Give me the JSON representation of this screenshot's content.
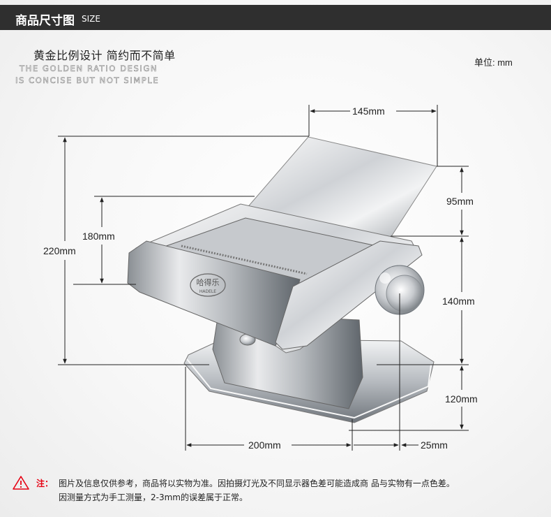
{
  "header": {
    "title": "商品尺寸图",
    "subtitle": "SIZE"
  },
  "slogan": {
    "cn": "黄金比例设计 简约而不简单",
    "en_line1": "THE GOLDEN RATIO DESIGN",
    "en_line2": "IS CONCISE BUT NOT SIMPLE"
  },
  "unit_label": "单位: mm",
  "product": {
    "brand_mark": "哈得乐",
    "brand_sub": "HADELE"
  },
  "dimensions": {
    "top_width": "145mm",
    "hopper_height": "95mm",
    "side_height": "180mm",
    "total_height": "220mm",
    "body_height": "140mm",
    "base_height": "120mm",
    "base_width": "200mm",
    "crank_offset": "25mm"
  },
  "notice": {
    "label": "注：",
    "line1": "图片及信息仅供参考，商品将以实物为准。因拍摄灯光及不同显示器色差可能造成商 品与实物有一点色差。",
    "line2": "因测量方式为手工测量，2-3mm的误差属于正常。"
  },
  "colors": {
    "header_bg": "#2f2f2f",
    "warning": "#e60012",
    "dim_line": "#222222"
  }
}
